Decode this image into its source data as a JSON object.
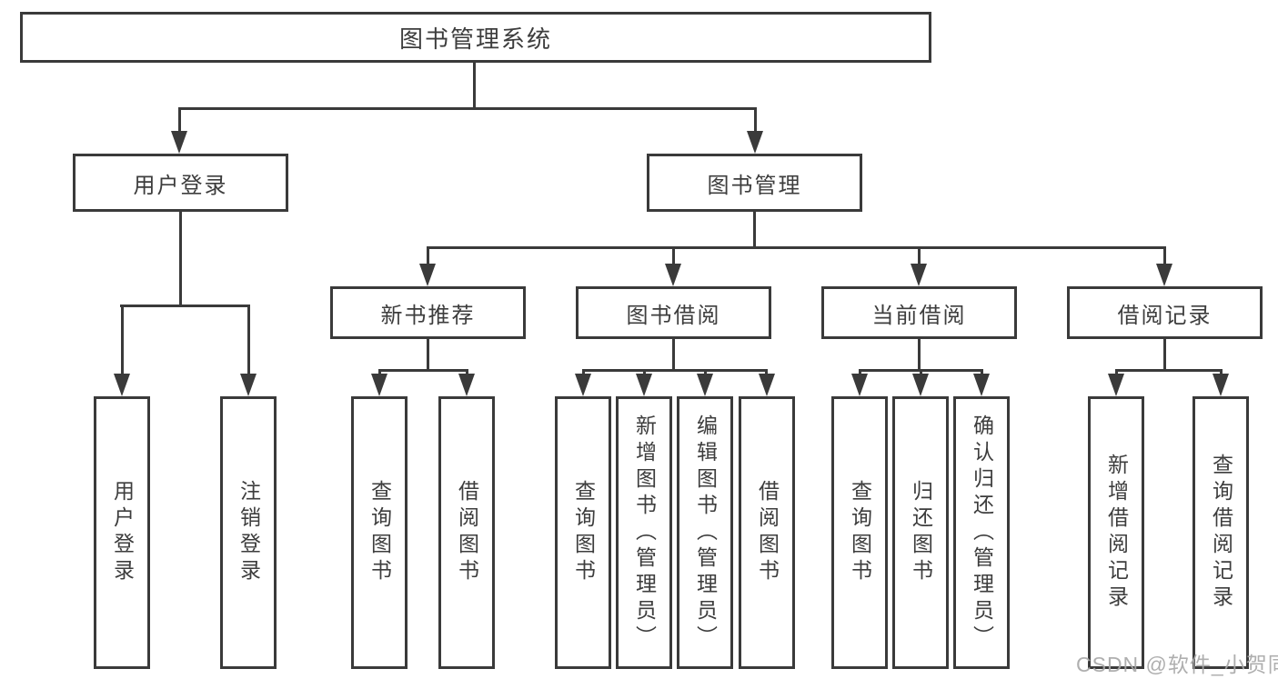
{
  "title": "图书管理系统",
  "watermark": "CSDN @软件_小贺同学",
  "colors": {
    "background": "#ffffff",
    "line": "#3a3a3a",
    "text": "#3d3d3d",
    "watermark": "#a8a8a8"
  },
  "chart_data": {
    "type": "tree-diagram",
    "title": "图书管理系统"
  },
  "tree": {
    "root": {
      "label": "图书管理系统"
    },
    "user_login": {
      "label": "用户登录",
      "children": [
        {
          "label": "用户登录"
        },
        {
          "label": "注销登录"
        }
      ]
    },
    "book_management": {
      "label": "图书管理",
      "groups": [
        {
          "label": "新书推荐",
          "children": [
            {
              "label": "查询图书"
            },
            {
              "label": "借阅图书"
            }
          ]
        },
        {
          "label": "图书借阅",
          "children": [
            {
              "label": "查询图书"
            },
            {
              "label": "新增图书（管理员）"
            },
            {
              "label": "编辑图书（管理员）"
            },
            {
              "label": "借阅图书"
            }
          ]
        },
        {
          "label": "当前借阅",
          "children": [
            {
              "label": "查询图书"
            },
            {
              "label": "归还图书"
            },
            {
              "label": "确认归还（管理员）"
            }
          ]
        },
        {
          "label": "借阅记录",
          "children": [
            {
              "label": "新增借阅记录"
            },
            {
              "label": "查询借阅记录"
            }
          ]
        }
      ]
    }
  }
}
